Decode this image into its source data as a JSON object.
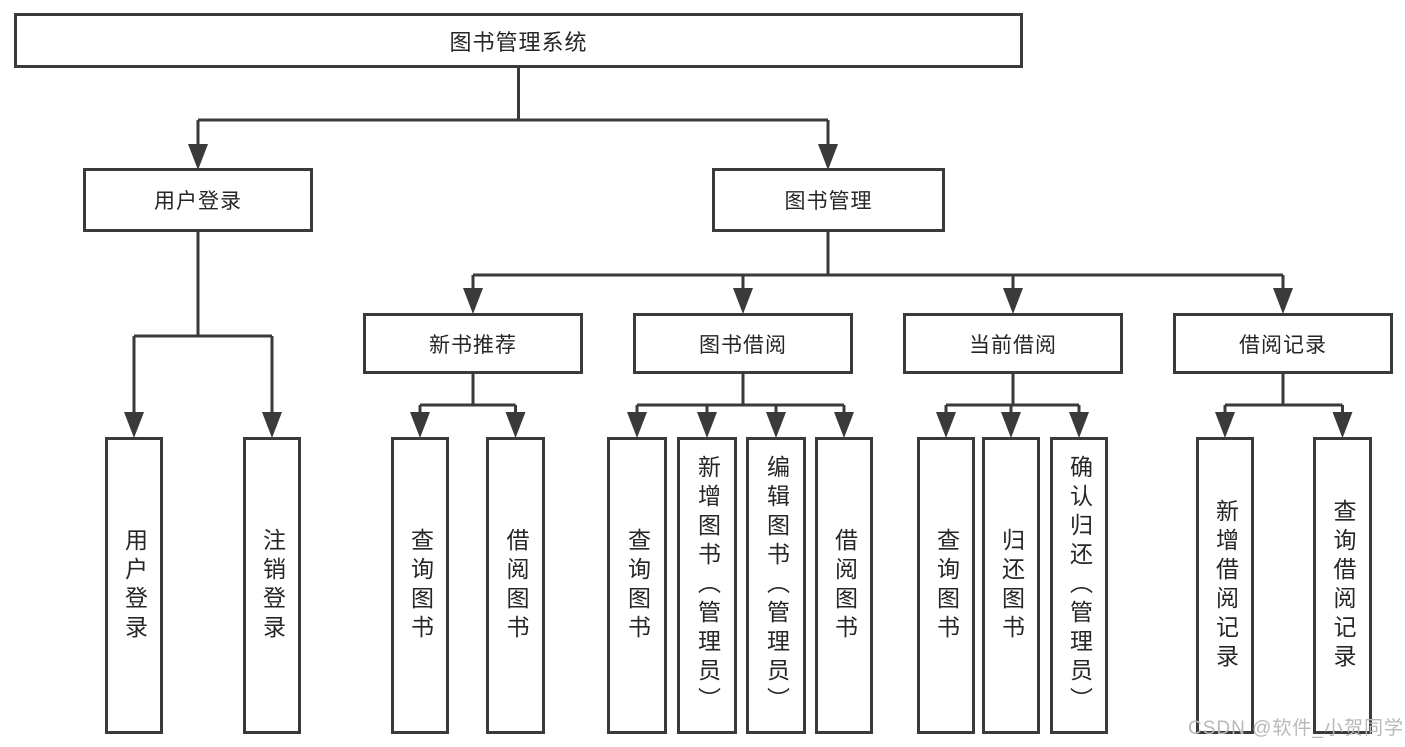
{
  "diagram": {
    "root": {
      "label": "图书管理系统"
    },
    "level2": [
      {
        "label": "用户登录"
      },
      {
        "label": "图书管理"
      }
    ],
    "level3": [
      {
        "label": "新书推荐"
      },
      {
        "label": "图书借阅"
      },
      {
        "label": "当前借阅"
      },
      {
        "label": "借阅记录"
      }
    ],
    "leaves": [
      {
        "label": "用户登录"
      },
      {
        "label": "注销登录"
      },
      {
        "label": "查询图书"
      },
      {
        "label": "借阅图书"
      },
      {
        "label": "查询图书"
      },
      {
        "label": "新增图书（管理员）"
      },
      {
        "label": "编辑图书（管理员）"
      },
      {
        "label": "借阅图书"
      },
      {
        "label": "查询图书"
      },
      {
        "label": "归还图书"
      },
      {
        "label": "确认归还（管理员）"
      },
      {
        "label": "新增借阅记录"
      },
      {
        "label": "查询借阅记录"
      }
    ]
  },
  "watermark": {
    "text": "CSDN @软件_小贺同学"
  },
  "colors": {
    "line": "#3a3a3a",
    "box_border": "#3a3a3a",
    "text": "#262626",
    "background": "#ffffff",
    "watermark": "#b9b9b9"
  }
}
